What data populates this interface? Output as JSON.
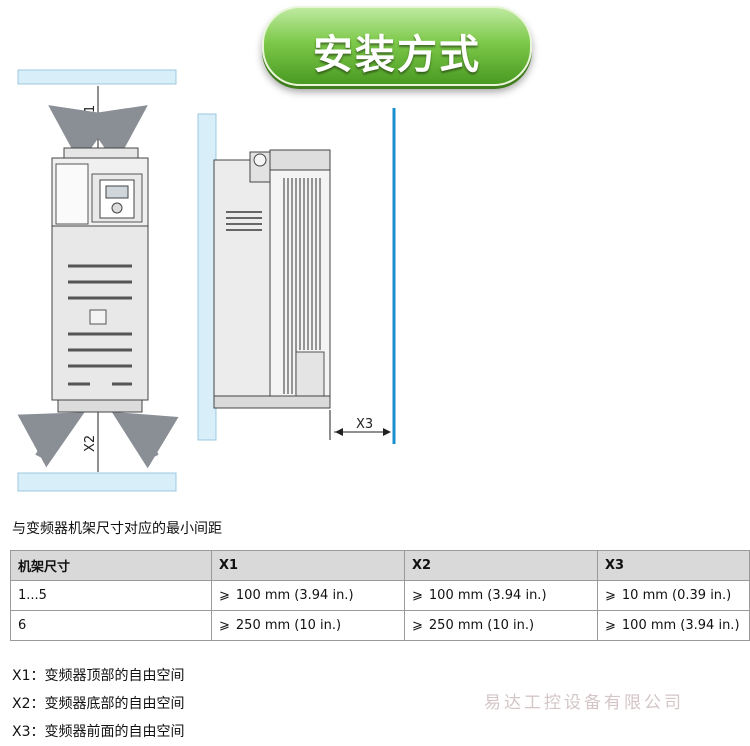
{
  "title": "安装方式",
  "figure": {
    "label_x1": "X1",
    "label_x2": "X2",
    "label_x3": "X3"
  },
  "caption": "与变频器机架尺寸对应的最小间距",
  "table": {
    "headers": [
      "机架尺寸",
      "X1",
      "X2",
      "X3"
    ],
    "ge_symbol": "⩾",
    "rows": [
      [
        "1...5",
        "100 mm (3.94 in.)",
        "100 mm (3.94 in.)",
        "10 mm (0.39 in.)"
      ],
      [
        "6",
        "250 mm (10 in.)",
        "250 mm (10 in.)",
        "100 mm (3.94 in.)"
      ]
    ]
  },
  "notes": [
    "X1：变频器顶部的自由空间",
    "X2：变频器底部的自由空间",
    "X3：变频器前面的自由空间"
  ],
  "watermark": "易达工控设备有限公司",
  "colors": {
    "title_green": "#6cbf3a",
    "plate_blue": "#d8eef8",
    "wall_blue": "#1a8fd0",
    "arrow_gray": "#8a8f96"
  }
}
